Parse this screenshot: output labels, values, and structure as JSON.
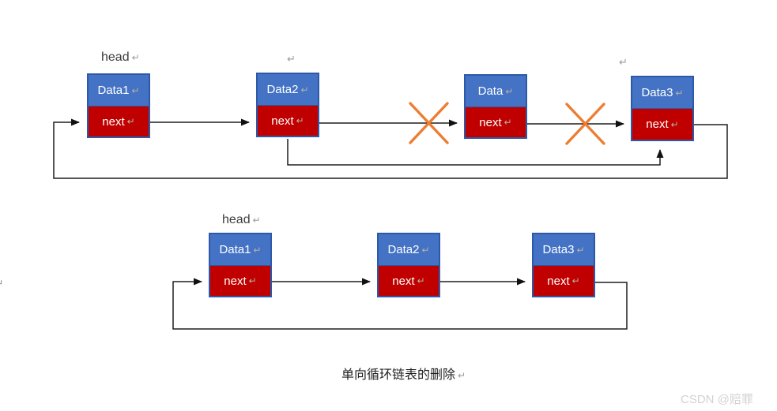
{
  "pilcrow": "↵",
  "colors": {
    "node_blue": "#4472C4",
    "node_red": "#C00000",
    "node_border": "#2E59A8",
    "cross_orange": "#ED7D31",
    "arrow_black": "#1f1f1f",
    "watermark_gray": "#d2d2d2"
  },
  "top_diagram": {
    "head_label": "head",
    "nodes": [
      {
        "data": "Data1",
        "next": "next"
      },
      {
        "data": "Data2",
        "next": "next"
      },
      {
        "data": "Data",
        "next": "next"
      },
      {
        "data": "Data3",
        "next": "next"
      }
    ],
    "deleted_node": "Data",
    "cross_marks": 2
  },
  "bottom_diagram": {
    "head_label": "head",
    "nodes": [
      {
        "data": "Data1",
        "next": "next"
      },
      {
        "data": "Data2",
        "next": "next"
      },
      {
        "data": "Data3",
        "next": "next"
      }
    ]
  },
  "caption": "单向循环链表的删除",
  "watermark": "CSDN @赔罪"
}
